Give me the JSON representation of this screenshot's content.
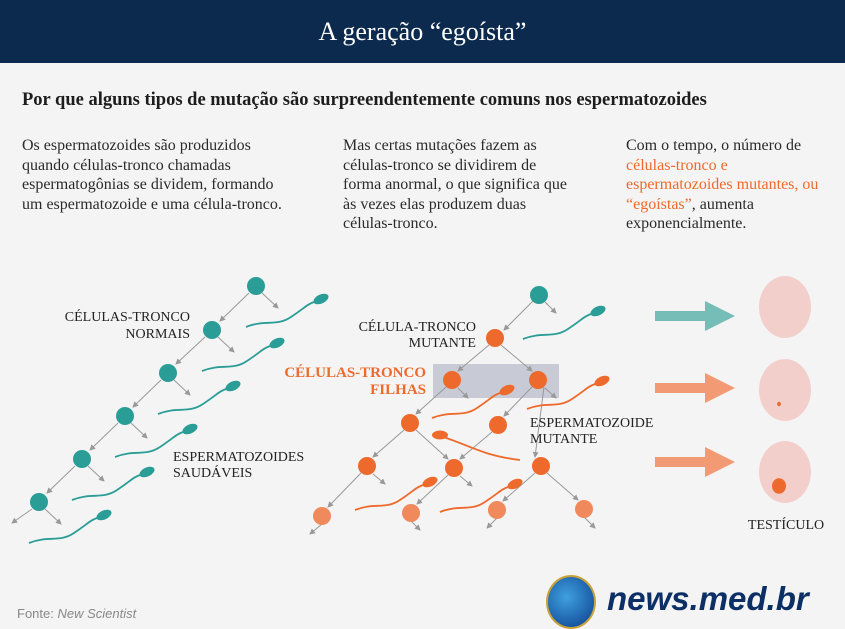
{
  "header": {
    "title": "A geração “egoísta”"
  },
  "subtitle": "Por que alguns tipos de mutação são surpreendentemente comuns nos espermatozoides",
  "columns": [
    {
      "text": "Os espermatozoides são produzidos quando células-tronco chamadas espermatogônias se dividem, formando um espermatozoide e uma célula-tronco."
    },
    {
      "text": "Mas certas mutações fazem as células-tronco se dividirem de forma anormal, o que significa que às vezes elas produzem duas células-tronco."
    },
    {
      "text_before": "Com o tempo, o número de ",
      "highlight": "células-tronco e espermatozoides mutantes, ou “egoístas”",
      "text_after": ", aumenta exponencialmente."
    }
  ],
  "labels": {
    "normal_stem_1": "CÉLULAS-TRONCO",
    "normal_stem_2": "NORMAIS",
    "healthy_sperm_1": "ESPERMATOZOIDES",
    "healthy_sperm_2": "SAUDÁVEIS",
    "mutant_stem_1": "CÉLULA-TRONCO",
    "mutant_stem_2": "MUTANTE",
    "daughter_1": "CÉLULAS-TRONCO",
    "daughter_2": "FILHAS",
    "mutant_sperm_1": "ESPERMATOZOIDE",
    "mutant_sperm_2": "MUTANTE",
    "testicle": "TESTÍCULO"
  },
  "footer": {
    "source_label": "Fonte: ",
    "source": "New Scientist",
    "brand": "news.med.br"
  },
  "colors": {
    "header": "#0c2a4d",
    "teal": "#2a9d96",
    "orange": "#ee6a2c",
    "testicle": "#f3cfcc"
  }
}
